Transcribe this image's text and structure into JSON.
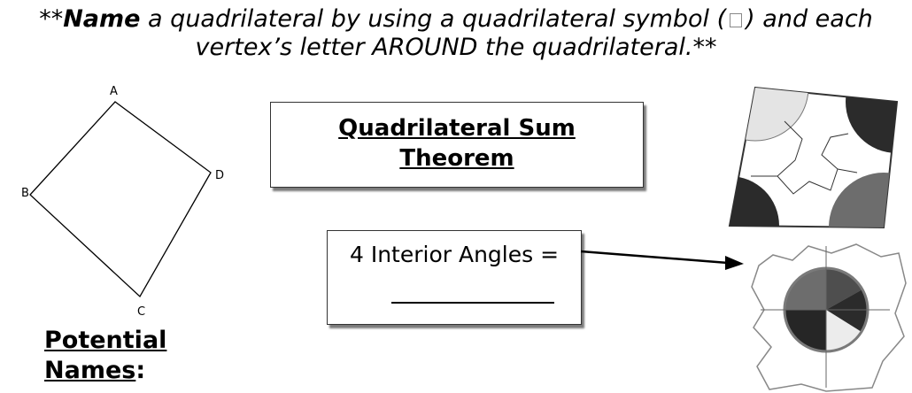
{
  "instruction": {
    "prefix": "**",
    "bold_word": "Name",
    "part1": " a quadrilateral by using a quadrilateral symbol (",
    "part2": ") and each vertex’s letter AROUND the quadrilateral.**"
  },
  "figure": {
    "vertex_labels": [
      "A",
      "B",
      "C",
      "D"
    ]
  },
  "theorem": {
    "title_line1": "Quadrilateral Sum",
    "title_line2": "Theorem"
  },
  "angles": {
    "text": "4 Interior Angles ="
  },
  "potential": {
    "line1": "Potential",
    "line2": "Names",
    "colon": ":"
  },
  "colors": {
    "shadow": "#7a7a7a",
    "dark_piece": "#2b2b2b",
    "mid_piece": "#6d6d6d",
    "light_piece": "#e4e4e4"
  }
}
